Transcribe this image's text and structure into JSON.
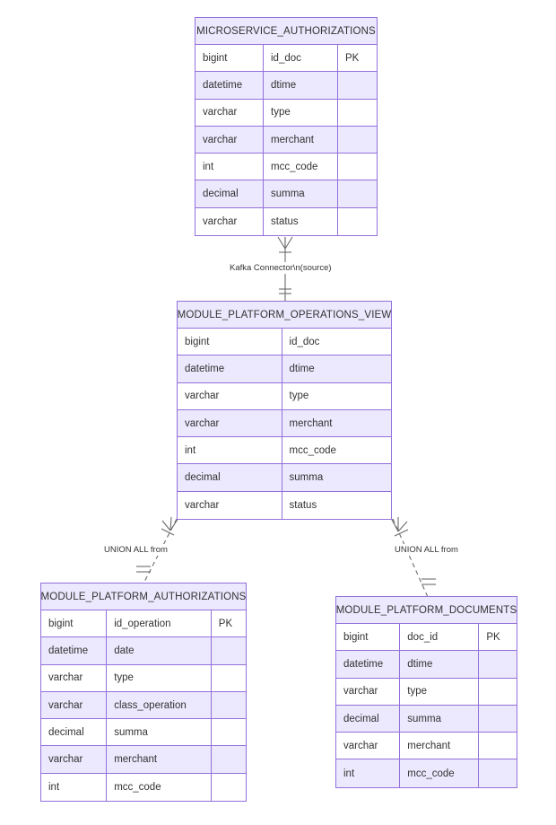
{
  "diagram": {
    "type": "entity-relationship-diagram",
    "background": "#ffffff",
    "accent_color": "#9370DB",
    "header_fill": "#ECE8FD",
    "row_alt_fill": "#ECE8FD",
    "text_color": "#333333",
    "entities": [
      {
        "id": "microservice_authorizations",
        "name": "MICROSERVICE_AUTHORIZATIONS",
        "columns": 3,
        "attributes": [
          {
            "type": "bigint",
            "name": "id_doc",
            "key": "PK"
          },
          {
            "type": "datetime",
            "name": "dtime",
            "key": ""
          },
          {
            "type": "varchar",
            "name": "type",
            "key": ""
          },
          {
            "type": "varchar",
            "name": "merchant",
            "key": ""
          },
          {
            "type": "int",
            "name": "mcc_code",
            "key": ""
          },
          {
            "type": "decimal",
            "name": "summa",
            "key": ""
          },
          {
            "type": "varchar",
            "name": "status",
            "key": ""
          }
        ]
      },
      {
        "id": "module_platform_operations_view",
        "name": "MODULE_PLATFORM_OPERATIONS_VIEW",
        "columns": 2,
        "attributes": [
          {
            "type": "bigint",
            "name": "id_doc"
          },
          {
            "type": "datetime",
            "name": "dtime"
          },
          {
            "type": "varchar",
            "name": "type"
          },
          {
            "type": "varchar",
            "name": "merchant"
          },
          {
            "type": "int",
            "name": "mcc_code"
          },
          {
            "type": "decimal",
            "name": "summa"
          },
          {
            "type": "varchar",
            "name": "status"
          }
        ]
      },
      {
        "id": "module_platform_authorizations",
        "name": "MODULE_PLATFORM_AUTHORIZATIONS",
        "columns": 3,
        "attributes": [
          {
            "type": "bigint",
            "name": "id_operation",
            "key": "PK"
          },
          {
            "type": "datetime",
            "name": "date",
            "key": ""
          },
          {
            "type": "varchar",
            "name": "type",
            "key": ""
          },
          {
            "type": "varchar",
            "name": "class_operation",
            "key": ""
          },
          {
            "type": "decimal",
            "name": "summa",
            "key": ""
          },
          {
            "type": "varchar",
            "name": "merchant",
            "key": ""
          },
          {
            "type": "int",
            "name": "mcc_code",
            "key": ""
          }
        ]
      },
      {
        "id": "module_platform_documents",
        "name": "MODULE_PLATFORM_DOCUMENTS",
        "columns": 3,
        "attributes": [
          {
            "type": "bigint",
            "name": "doc_id",
            "key": "PK"
          },
          {
            "type": "datetime",
            "name": "dtime",
            "key": ""
          },
          {
            "type": "varchar",
            "name": "type",
            "key": ""
          },
          {
            "type": "decimal",
            "name": "summa",
            "key": ""
          },
          {
            "type": "varchar",
            "name": "merchant",
            "key": ""
          },
          {
            "type": "int",
            "name": "mcc_code",
            "key": ""
          }
        ]
      }
    ],
    "relationships": [
      {
        "id": "kafka-connector",
        "label": "Kafka Connector\\n(source)",
        "from": "microservice_authorizations",
        "to": "module_platform_operations_view",
        "line_style": "solid",
        "from_cardinality": "many",
        "to_cardinality": "one-only-one"
      },
      {
        "id": "union-all-left",
        "label": "UNION ALL from",
        "from": "module_platform_operations_view",
        "to": "module_platform_authorizations",
        "line_style": "dashed",
        "from_cardinality": "many",
        "to_cardinality": "one-only-one"
      },
      {
        "id": "union-all-right",
        "label": "UNION ALL from",
        "from": "module_platform_operations_view",
        "to": "module_platform_documents",
        "line_style": "dashed",
        "from_cardinality": "many",
        "to_cardinality": "one-only-one"
      }
    ]
  }
}
